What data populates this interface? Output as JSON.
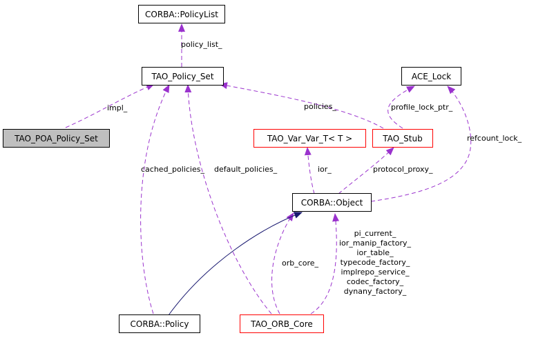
{
  "colors": {
    "dependency_edge": "#9a32cd",
    "inheritance_edge": "#191970",
    "node_border": "#000000",
    "highlight_border": "#ff0000",
    "focus_fill": "#bfbfbf"
  },
  "nodes": {
    "policy_list": "CORBA::PolicyList",
    "tao_policy_set": "TAO_Policy_Set",
    "ace_lock": "ACE_Lock",
    "tao_poa_policy_set": "TAO_POA_Policy_Set",
    "tao_var_var_t": "TAO_Var_Var_T< T >",
    "tao_stub": "TAO_Stub",
    "corba_object": "CORBA::Object",
    "corba_policy": "CORBA::Policy",
    "tao_orb_core": "TAO_ORB_Core"
  },
  "edges": {
    "policy_list": "policy_list_",
    "impl": "impl_",
    "policies": "policies_",
    "profile_lock_ptr": "profile_lock_ptr_",
    "refcount_lock": "refcount_lock_",
    "cached_policies": "cached_policies_",
    "default_policies": "default_policies_",
    "ior": "ior_",
    "protocol_proxy": "protocol_proxy_",
    "orb_core": "orb_core_",
    "core_members": [
      "pi_current_",
      "ior_manip_factory_",
      "ior_table_",
      "typecode_factory_",
      "implrepo_service_",
      "codec_factory_",
      "dynany_factory_"
    ]
  }
}
